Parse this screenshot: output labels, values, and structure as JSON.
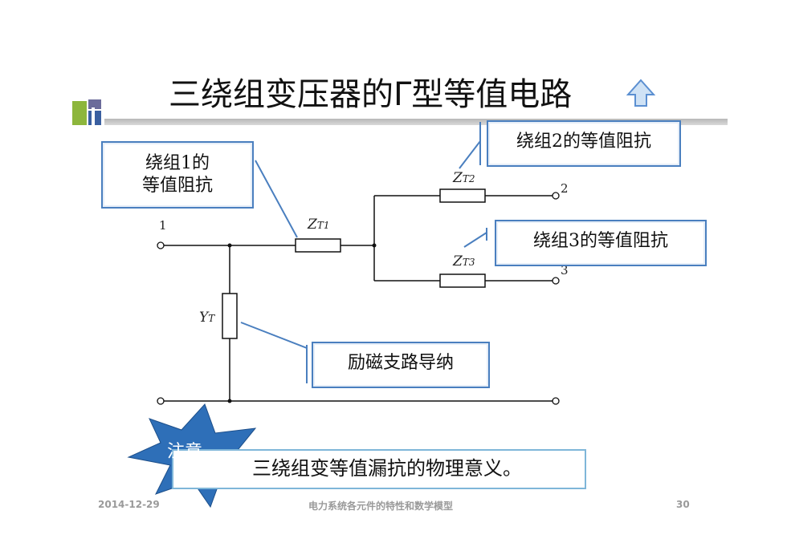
{
  "title": "三绕组变压器的Γ型等值电路",
  "callouts": {
    "winding1_line1": "绕组1的",
    "winding1_line2": "等值阻抗",
    "winding2": "绕组2的等值阻抗",
    "winding3": "绕组3的等值阻抗",
    "excitation": "励磁支路导纳"
  },
  "circuit": {
    "zt1_main": "Z",
    "zt1_sub": "T1",
    "zt2_main": "Z",
    "zt2_sub": "T2",
    "zt3_main": "Z",
    "zt3_sub": "T3",
    "yt_main": "Y",
    "yt_sub": "T",
    "node1": "1",
    "node2": "2",
    "node3": "3"
  },
  "note": {
    "label": "注意",
    "text": "三绕组变等值漏抗的物理意义。"
  },
  "footer": {
    "date": "2014-12-29",
    "course": "电力系统各元件的特性和数学模型",
    "page": "30"
  },
  "colors": {
    "callout_border": "#4a7fbf",
    "star_fill": "#2e6fb8",
    "logo_green": "#8db63c",
    "logo_blue": "#3a5fa0"
  }
}
